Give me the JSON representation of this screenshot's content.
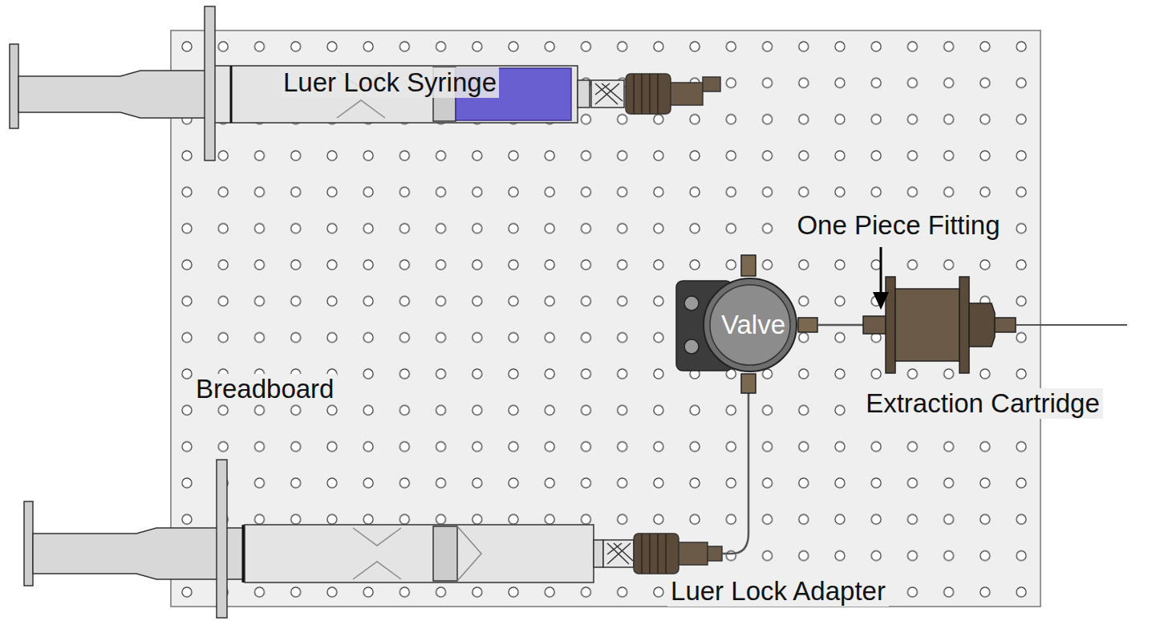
{
  "diagram": {
    "nodes": [
      {
        "text": [
          "Breadboard"
        ]
      },
      {
        "text": [
          "Luer Lock Syringe"
        ],
        "in": 0
      },
      {
        "text": [
          "Valve"
        ],
        "in": 0
      }
    ],
    "edges": [
      {
        "from": 1,
        "to": 2,
        "arrow": "none"
      }
    ],
    "labels": [
      "One Piece Fitting",
      "Extraction Cartridge",
      "Luer Lock Adapter"
    ]
  }
}
